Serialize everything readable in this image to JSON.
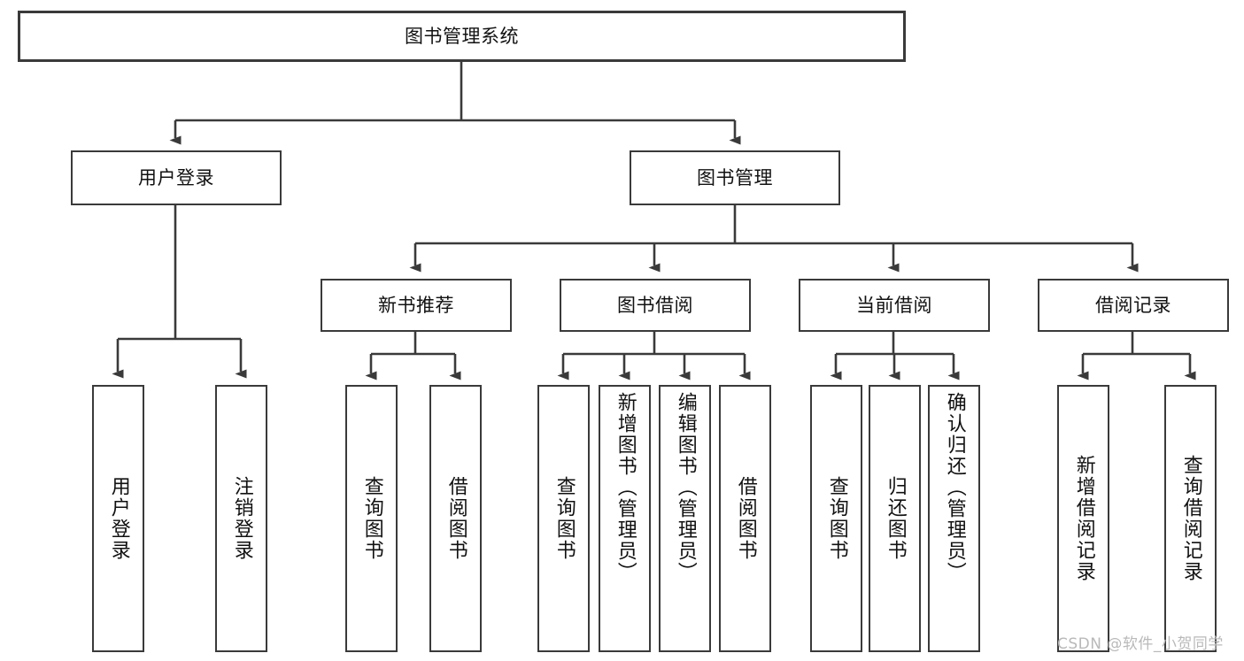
{
  "diagram": {
    "title": "图书管理系统",
    "type": "hierarchy-tree",
    "root": {
      "label": "图书管理系统"
    },
    "level2": [
      {
        "label": "用户登录"
      },
      {
        "label": "图书管理"
      }
    ],
    "level3": [
      {
        "label": "新书推荐"
      },
      {
        "label": "图书借阅"
      },
      {
        "label": "当前借阅"
      },
      {
        "label": "借阅记录"
      }
    ],
    "leaves": {
      "user_login": [
        {
          "label": "用户登录"
        },
        {
          "label": "注销登录"
        }
      ],
      "new_book_recommend": [
        {
          "label": "查询图书"
        },
        {
          "label": "借阅图书"
        }
      ],
      "book_borrow": [
        {
          "label": "查询图书"
        },
        {
          "label": "新增图书（管理员）"
        },
        {
          "label": "编辑图书（管理员）"
        },
        {
          "label": "借阅图书"
        }
      ],
      "current_borrow": [
        {
          "label": "查询图书"
        },
        {
          "label": "归还图书"
        },
        {
          "label": "确认归还（管理员）"
        }
      ],
      "borrow_record": [
        {
          "label": "新增借阅记录"
        },
        {
          "label": "查询借阅记录"
        }
      ]
    }
  },
  "watermark": {
    "text": "CSDN @软件_小贺同学"
  },
  "colors": {
    "stroke": "#3a3a3a",
    "fill": "#ffffff",
    "text": "#111111",
    "watermark": "#b9b9b9"
  }
}
